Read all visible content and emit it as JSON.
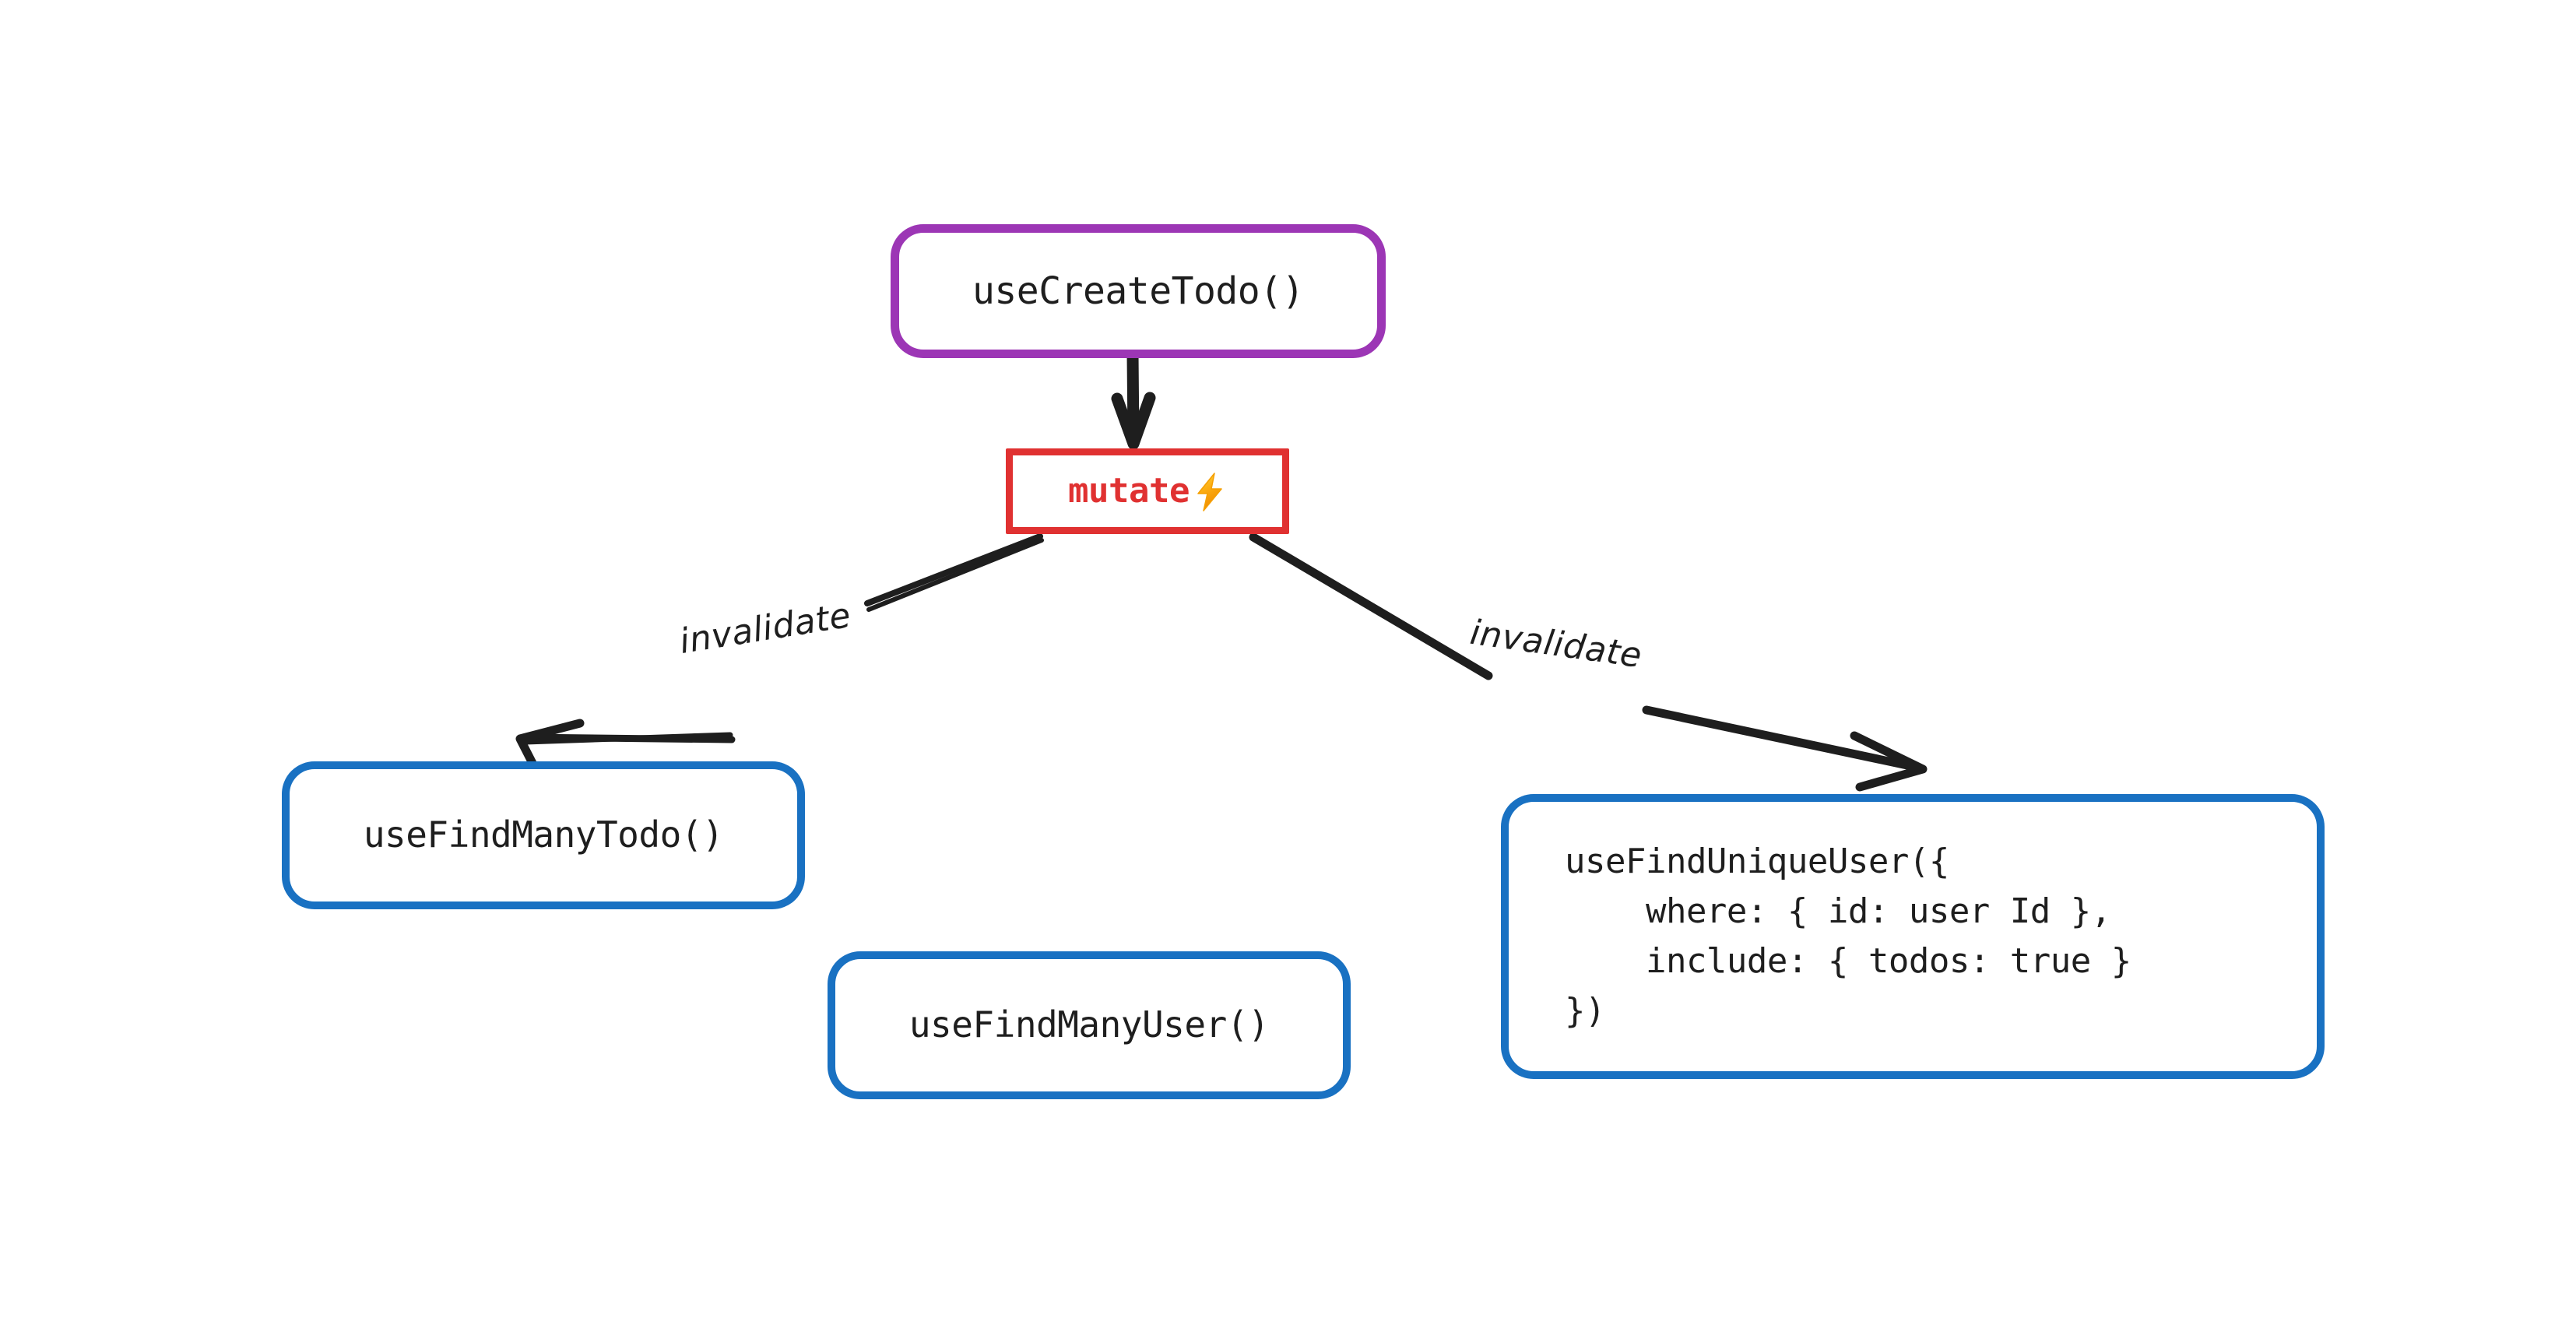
{
  "diagram": {
    "title": "useCreateTodo mutation invalidation graph",
    "background": "#ffffff",
    "colors": {
      "purple": "#9c36b5",
      "red": "#e03131",
      "blue": "#1971c2",
      "ink": "#1e1e1e",
      "bolt_top": "#ffd43b",
      "bolt_bottom": "#f08c00"
    },
    "nodes": [
      {
        "id": "use-create-todo",
        "label": "useCreateTodo()",
        "stroke": "#9c36b5",
        "shape": "rounded-rect"
      },
      {
        "id": "mutate",
        "label": "mutate",
        "icon": "lightning-bolt-icon",
        "stroke": "#e03131",
        "shape": "rect"
      },
      {
        "id": "use-find-many-todo",
        "label": "useFindManyTodo()",
        "stroke": "#1971c2",
        "shape": "rounded-rect"
      },
      {
        "id": "use-find-many-user",
        "label": "useFindManyUser()",
        "stroke": "#1971c2",
        "shape": "rounded-rect"
      },
      {
        "id": "use-find-unique-user",
        "label": "useFindUniqueUser({\n    where: { id: user Id },\n    include: { todos: true }\n})",
        "stroke": "#1971c2",
        "shape": "rounded-rect"
      }
    ],
    "edges": [
      {
        "id": "create-to-mutate",
        "from": "use-create-todo",
        "to": "mutate",
        "label": ""
      },
      {
        "id": "mutate-to-find-many-todo",
        "from": "mutate",
        "to": "use-find-many-todo",
        "label": "invalidate"
      },
      {
        "id": "mutate-to-find-unique-user",
        "from": "mutate",
        "to": "use-find-unique-user",
        "label": "invalidate"
      }
    ]
  }
}
